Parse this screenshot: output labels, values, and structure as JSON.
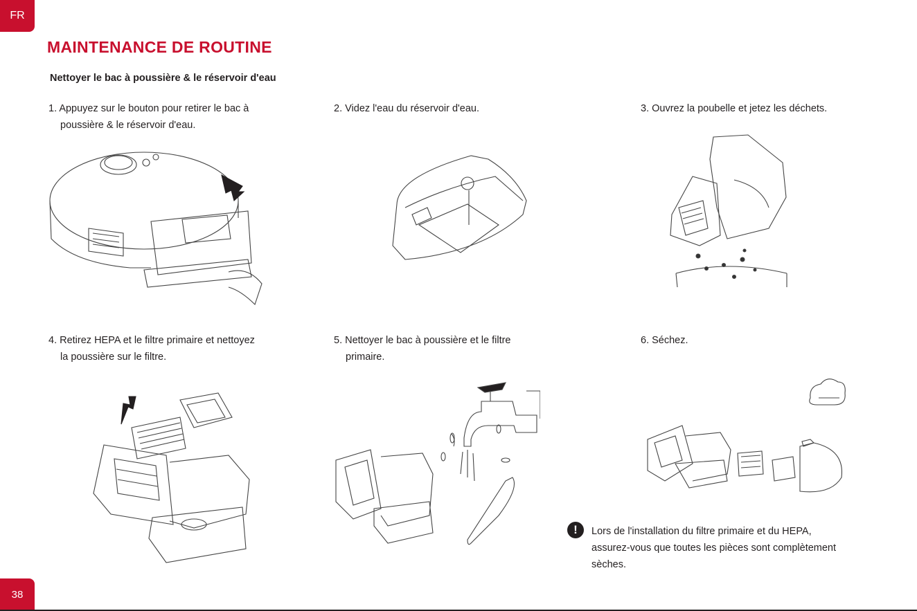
{
  "header": {
    "lang_tab": "FR",
    "title": "MAINTENANCE DE ROUTINE",
    "subtitle": "Nettoyer le bac à poussière & le réservoir d'eau"
  },
  "steps": [
    {
      "line1": "1. Appuyez sur le bouton pour retirer le bac à",
      "line2": "poussière & le réservoir d'eau."
    },
    {
      "line1": "2. Videz l'eau du réservoir d'eau.",
      "line2": ""
    },
    {
      "line1": "3. Ouvrez la poubelle et jetez les déchets.",
      "line2": ""
    },
    {
      "line1": "4. Retirez HEPA et le filtre primaire et nettoyez",
      "line2": "la poussière sur le filtre."
    },
    {
      "line1": "5. Nettoyer le bac à poussière et le filtre",
      "line2": "primaire."
    },
    {
      "line1": "6. Séchez.",
      "line2": ""
    }
  ],
  "note": {
    "icon": "exclamation-icon",
    "lines": [
      "Lors de l'installation du filtre primaire et du HEPA,",
      "assurez-vous que toutes les pièces sont complètement",
      "sèches."
    ]
  },
  "footer": {
    "page_number": "38"
  },
  "colors": {
    "accent": "#c8102e",
    "text": "#231f20"
  }
}
